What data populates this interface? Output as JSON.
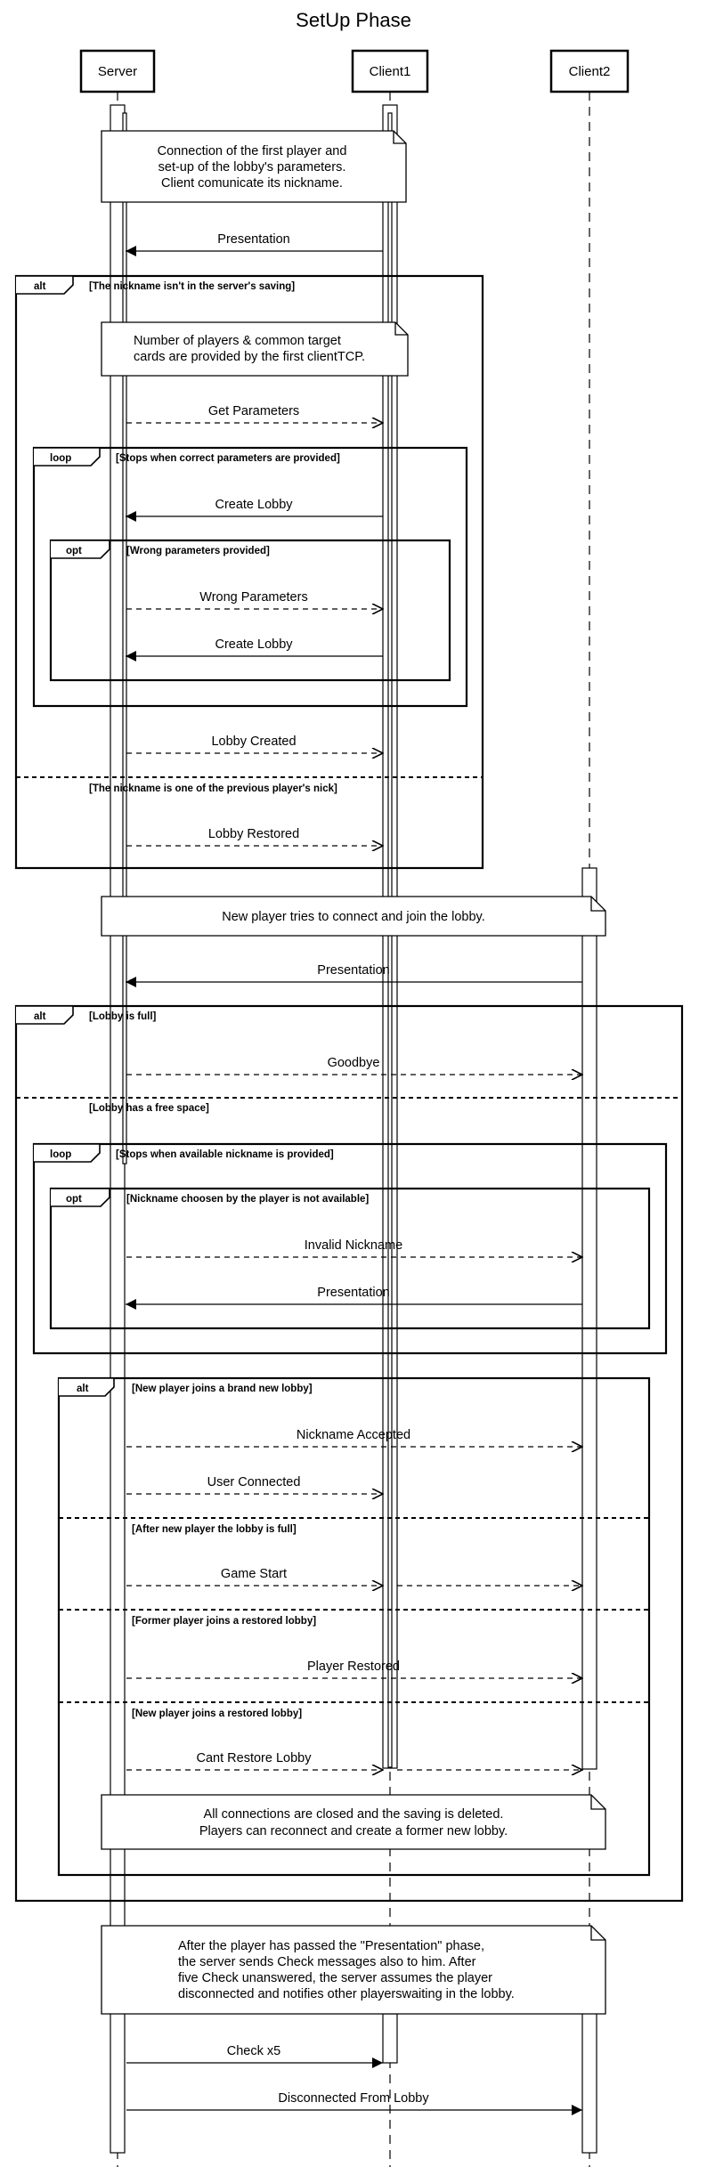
{
  "title": "SetUp Phase",
  "actors": [
    {
      "id": "server",
      "label": "Server"
    },
    {
      "id": "client1",
      "label": "Client1"
    },
    {
      "id": "client2",
      "label": "Client2"
    }
  ],
  "notes": [
    {
      "id": "note-first-player",
      "lines": [
        "Connection of the first player and",
        "set-up of the lobby's parameters.",
        "Client comunicate its nickname."
      ]
    },
    {
      "id": "note-parameters",
      "lines": [
        "Number of players & common target",
        "cards are provided by the first clientTCP."
      ]
    },
    {
      "id": "note-new-player",
      "lines": [
        "New player tries to connect and join the lobby."
      ]
    },
    {
      "id": "note-connections-closed",
      "lines": [
        "All connections are closed and the saving is deleted.",
        "Players can reconnect and create a former new lobby."
      ]
    },
    {
      "id": "note-check",
      "lines": [
        "After the player has passed the \"Presentation\" phase,",
        "the server sends Check messages also to him. After",
        "five Check unanswered, the server assumes the player",
        "disconnected and notifies other playerswaiting in the lobby."
      ]
    }
  ],
  "fragments": [
    {
      "id": "frag-alt-nickname",
      "keyword": "alt",
      "condition": "[The nickname isn't in the server's saving]",
      "else_conditions": [
        "[The nickname is one of the previous player's nick]"
      ]
    },
    {
      "id": "frag-loop-parameters",
      "keyword": "loop",
      "condition": "[Stops when correct parameters are provided]",
      "else_conditions": []
    },
    {
      "id": "frag-opt-wrong-parameters",
      "keyword": "opt",
      "condition": "[Wrong parameters provided]",
      "else_conditions": []
    },
    {
      "id": "frag-alt-lobby",
      "keyword": "alt",
      "condition": "[Lobby is full]",
      "else_conditions": [
        "[Lobby has a free space]"
      ]
    },
    {
      "id": "frag-loop-nickname",
      "keyword": "loop",
      "condition": "[Stops when available nickname is provided]",
      "else_conditions": []
    },
    {
      "id": "frag-opt-nickname",
      "keyword": "opt",
      "condition": "[Nickname choosen by the player is not available]",
      "else_conditions": []
    },
    {
      "id": "frag-alt-join",
      "keyword": "alt",
      "condition": "[New player joins a brand new lobby]",
      "else_conditions": [
        "[After new player the lobby is full]",
        "[Former player joins a restored lobby]",
        "[New player joins a restored lobby]"
      ]
    }
  ],
  "messages": [
    {
      "id": "msg-presentation-1",
      "label": "Presentation"
    },
    {
      "id": "msg-get-parameters",
      "label": "Get Parameters"
    },
    {
      "id": "msg-create-lobby-1",
      "label": "Create Lobby"
    },
    {
      "id": "msg-wrong-parameters",
      "label": "Wrong Parameters"
    },
    {
      "id": "msg-create-lobby-2",
      "label": "Create Lobby"
    },
    {
      "id": "msg-lobby-created",
      "label": "Lobby Created"
    },
    {
      "id": "msg-lobby-restored",
      "label": "Lobby Restored"
    },
    {
      "id": "msg-presentation-2",
      "label": "Presentation"
    },
    {
      "id": "msg-goodbye",
      "label": "Goodbye"
    },
    {
      "id": "msg-invalid-nickname",
      "label": "Invalid Nickname"
    },
    {
      "id": "msg-presentation-3",
      "label": "Presentation"
    },
    {
      "id": "msg-nickname-accepted",
      "label": "Nickname Accepted"
    },
    {
      "id": "msg-user-connected",
      "label": "User Connected"
    },
    {
      "id": "msg-game-start",
      "label": "Game Start"
    },
    {
      "id": "msg-player-restored",
      "label": "Player Restored"
    },
    {
      "id": "msg-cant-restore-lobby",
      "label": "Cant Restore Lobby"
    },
    {
      "id": "msg-check",
      "label": "Check x5"
    },
    {
      "id": "msg-disconnected",
      "label": "Disconnected From Lobby"
    }
  ]
}
